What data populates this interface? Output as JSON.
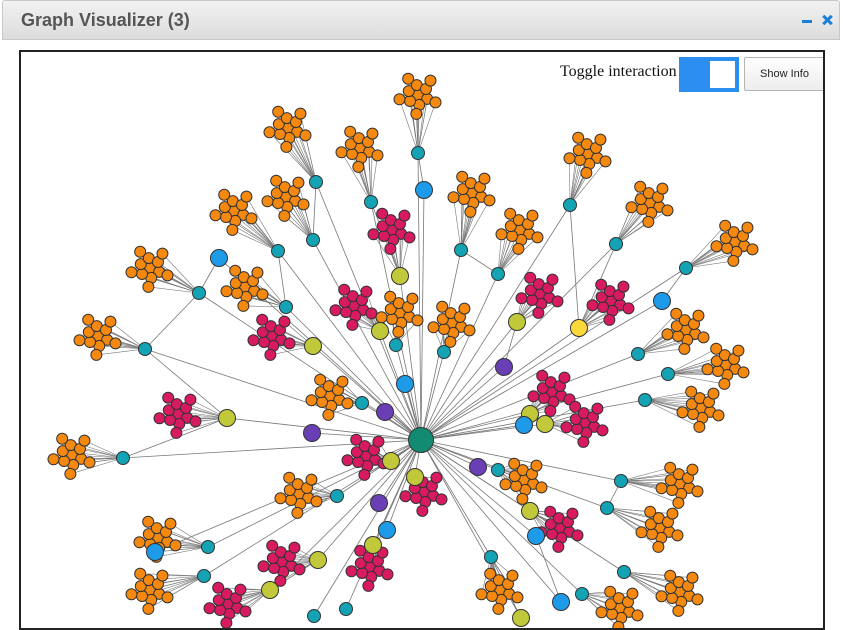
{
  "window": {
    "title": "Graph Visualizer (3)"
  },
  "controls": {
    "toggle_label": "Toggle interaction",
    "show_info_label": "Show Info"
  },
  "colors": {
    "leaf_orange": "#f5890f",
    "leaf_magenta": "#d81b60",
    "hub_teal": "#13a3b5",
    "hub_blue": "#1e9be8",
    "hub_lime": "#c1c93a",
    "hub_purple": "#6a3fb5",
    "hub_yellow": "#fdd83a",
    "root_green": "#138b73",
    "edge": "#777777"
  }
}
